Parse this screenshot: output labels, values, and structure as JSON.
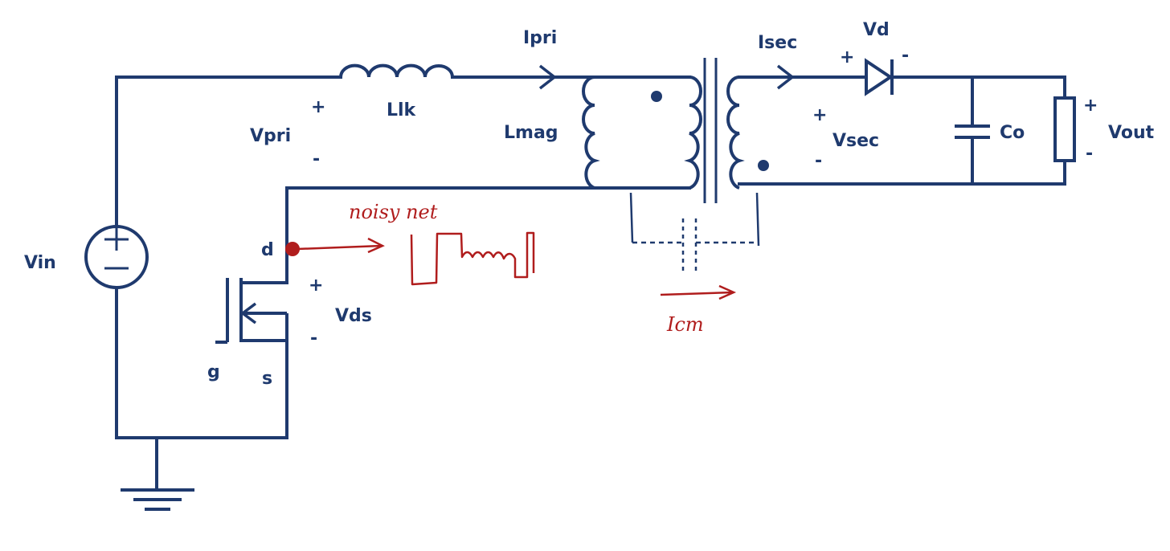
{
  "colors": {
    "circuit": "#1f3a6e",
    "annotation": "#b01d1d",
    "background": "#ffffff"
  },
  "labels": {
    "vin": "Vin",
    "ipri": "Ipri",
    "llk": "Llk",
    "lmag": "Lmag",
    "vpri": "Vpri",
    "isec": "Isec",
    "vd": "Vd",
    "vsec": "Vsec",
    "co": "Co",
    "vout": "Vout",
    "drain": "d",
    "gate": "g",
    "source": "s",
    "vds": "Vds"
  },
  "polarity": {
    "plus": "+",
    "minus": "-"
  },
  "annotations": {
    "noisy_net": "noisy net",
    "icm": "Icm"
  }
}
